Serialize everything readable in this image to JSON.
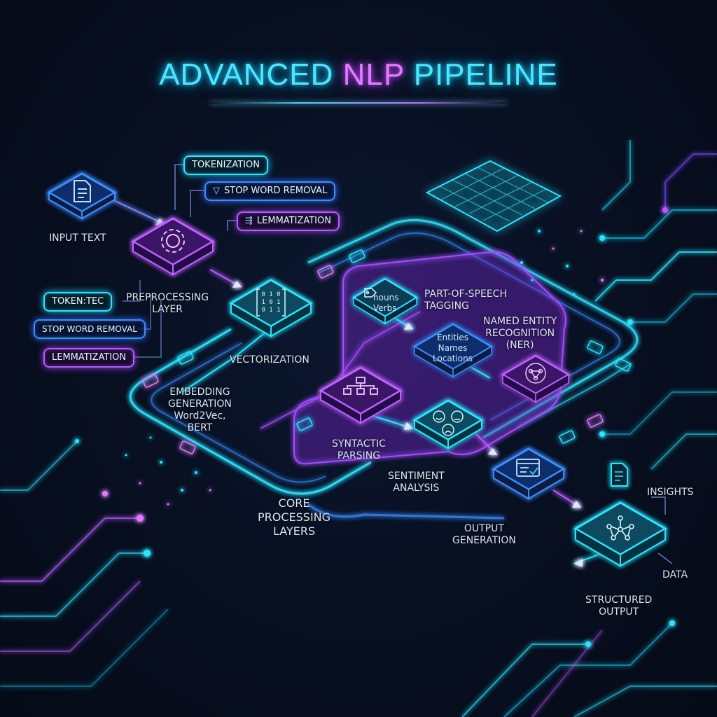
{
  "title": {
    "part1": "ADVANCED ",
    "part2": "NLP",
    "part3": " PIPELINE"
  },
  "colors": {
    "cyan": "#2fe3ff",
    "purple": "#b45cff",
    "blue": "#3c8dff",
    "background": "#081022"
  },
  "labels": {
    "input_text": "INPUT TEXT",
    "preprocessing": [
      "PREPROCESSING",
      "LAYER"
    ],
    "vectorization": "VECTORIZATION",
    "embedding": [
      "EMBEDDING",
      "GENERATION",
      "Word2Vec,",
      "BERT"
    ],
    "pos_tagging": [
      "PART-OF-SPEECH",
      "TAGGING"
    ],
    "ner": [
      "NAMED ENTITY",
      "RECOGNITION",
      "(NER)"
    ],
    "syntactic": [
      "SYNTACTIC",
      "PARSING"
    ],
    "sentiment": [
      "SENTIMENT",
      "ANALYSIS"
    ],
    "core": [
      "CORE",
      "PROCESSING",
      "LAYERS"
    ],
    "output_generation": [
      "OUTPUT",
      "GENERATION"
    ],
    "insights": "INSIGHTS",
    "data": "DATA",
    "structured_output": [
      "STRUCTURED",
      "OUTPUT"
    ]
  },
  "pills_top": [
    {
      "text": "TOKENIZATION",
      "icon": "none",
      "style": "cyan"
    },
    {
      "text": "STOP WORD REMOVAL",
      "icon": "filter-icon",
      "style": "blue"
    },
    {
      "text": "LEMMATIZATION",
      "icon": "branch-icon",
      "style": "purple"
    }
  ],
  "pills_left": [
    {
      "text": "TOKEN:TEC",
      "style": "cyan"
    },
    {
      "text": "STOP WORD REMOVAL",
      "style": "blue"
    },
    {
      "text": "LEMMATIZATION",
      "style": "purple"
    }
  ],
  "node_text": {
    "pos": [
      "nouns",
      "Verbs"
    ],
    "ner": [
      "Entities",
      "Names",
      "Locations"
    ]
  },
  "icons": {
    "input": "document-icon",
    "preprocessing": "gear-icon",
    "vectorization": "binary-matrix-icon",
    "pos": "tag-icon",
    "syntactic": "tree-icon",
    "ner_node": "entity-list-icon",
    "ner_extract": "neural-network-icon",
    "sentiment": "emotion-faces-icon",
    "output": "checked-window-icon",
    "structured_output": "network-graph-icon",
    "insights": "document-icon"
  }
}
